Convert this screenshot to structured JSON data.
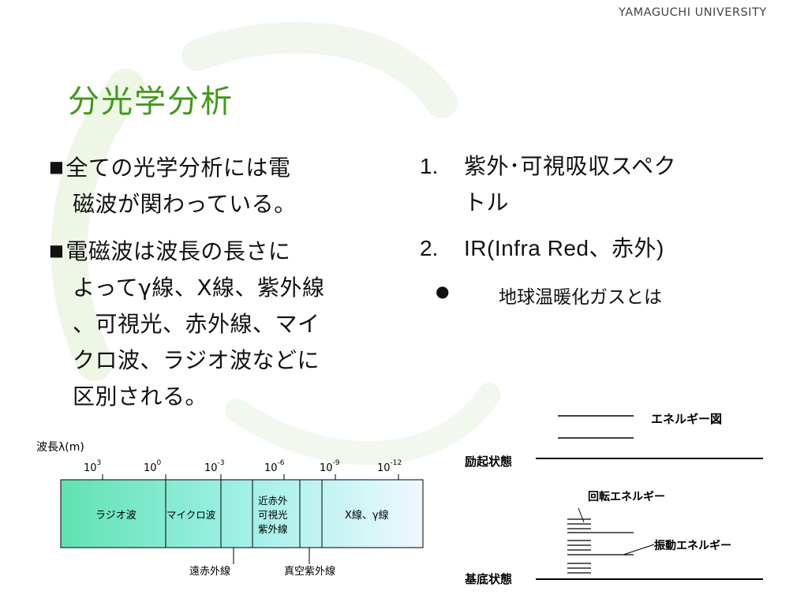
{
  "header": {
    "brand": "YAMAGUCHI UNIVERSITY",
    "title": "分光学分析"
  },
  "left": {
    "bullets": [
      {
        "marker": "■",
        "line1": "全ての光学分析には電",
        "line2": "磁波が関わっている。"
      },
      {
        "marker": "■",
        "line1": "電磁波は波長の長さに",
        "line2": "よってγ線、X線、紫外線",
        "line3": "、可視光、赤外線、マイ",
        "line4": "クロ波、ラジオ波などに",
        "line5": "区別される。"
      }
    ]
  },
  "right": {
    "items": [
      {
        "num": "1.",
        "line1": "紫外･可視吸収スペク",
        "line2": "トル"
      },
      {
        "num": "2.",
        "line1": "IR(Infra Red、赤外)"
      }
    ],
    "subitem": {
      "marker": "●",
      "text": "地球温暖化ガスとは"
    }
  },
  "spectrum": {
    "axis_label": "波長λ(m)",
    "ticks": [
      {
        "base": "10",
        "exp": "3"
      },
      {
        "base": "10",
        "exp": "0"
      },
      {
        "base": "10",
        "exp": "-3"
      },
      {
        "base": "10",
        "exp": "-6"
      },
      {
        "base": "10",
        "exp": "-9"
      },
      {
        "base": "10",
        "exp": "-12"
      }
    ],
    "bands": [
      "ラジオ波",
      "マイクロ波",
      "近赤外",
      "可視光",
      "紫外線",
      "X線、γ線"
    ],
    "callouts": [
      "遠赤外線",
      "真空紫外線"
    ],
    "colors": {
      "band_left": "#5ee0b0",
      "band_right": "#eef8ff"
    }
  },
  "energy": {
    "title": "エネルギー図",
    "excited": "励起状態",
    "rotational": "回転エネルギー",
    "vibrational": "振動エネルギー",
    "ground": "基底状態"
  },
  "colors": {
    "title": "#3f9b18",
    "brand": "#444444"
  }
}
